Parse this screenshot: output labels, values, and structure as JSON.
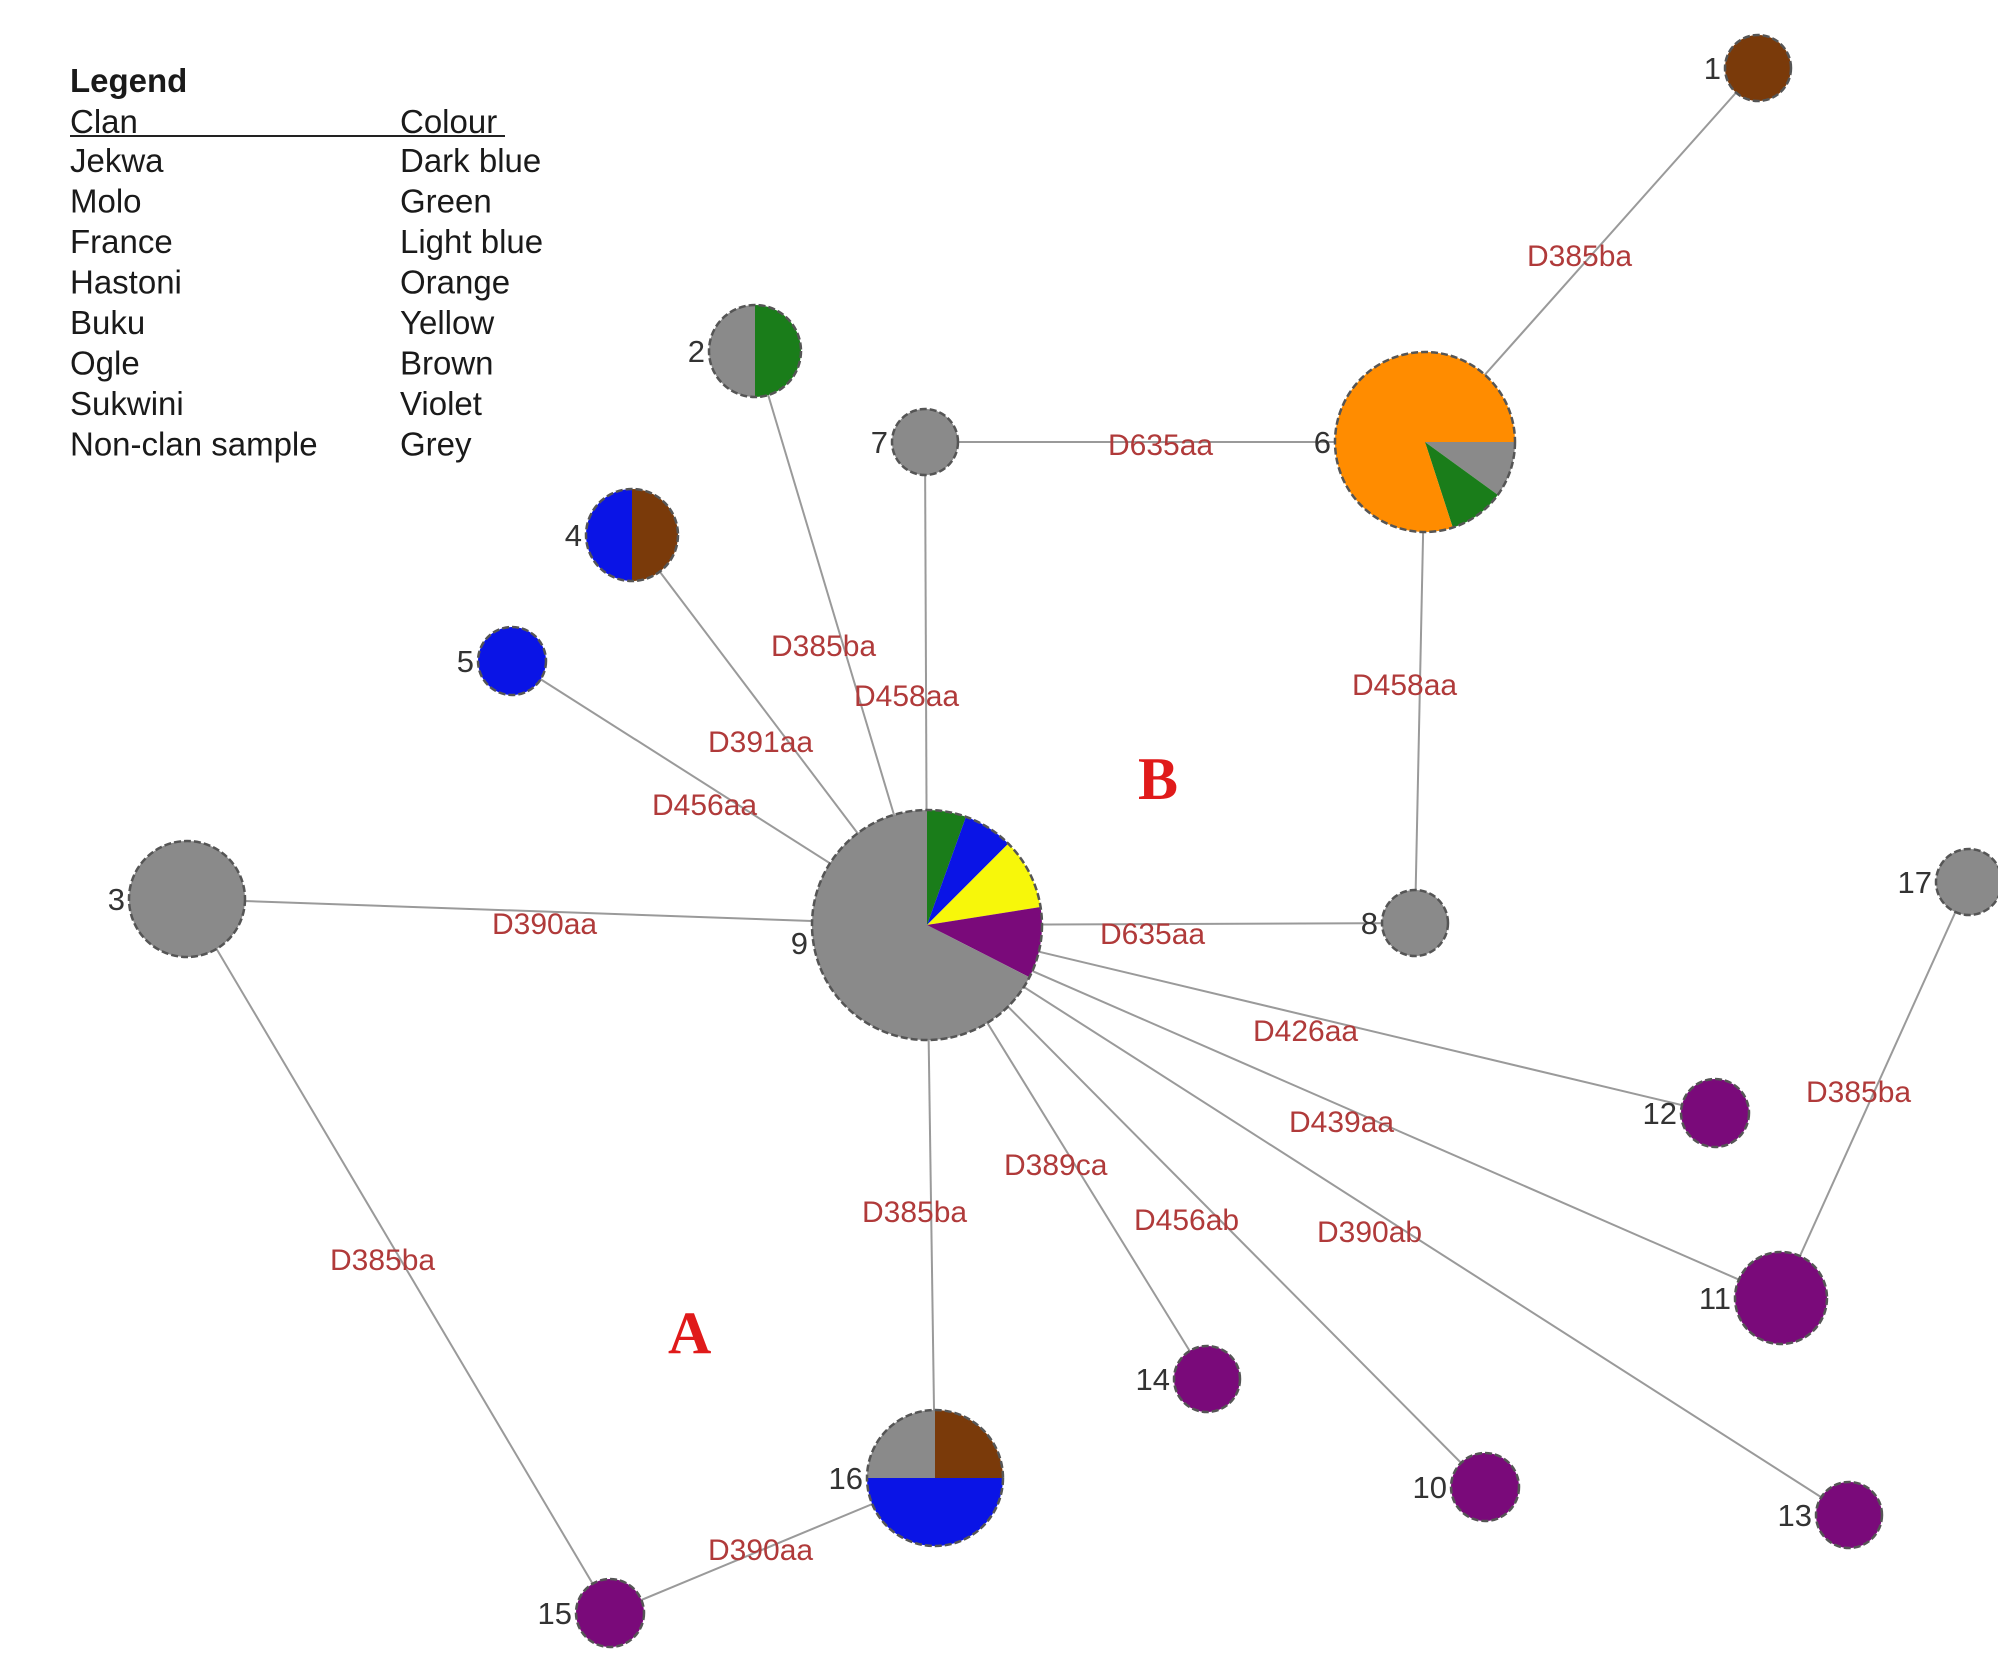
{
  "legend": {
    "title": "Legend",
    "col_clan": "Clan",
    "col_colour": "Colour",
    "rows": [
      {
        "clan": "Jekwa",
        "colour": "Dark blue"
      },
      {
        "clan": "Molo",
        "colour": "Green"
      },
      {
        "clan": "France",
        "colour": "Light blue"
      },
      {
        "clan": "Hastoni",
        "colour": "Orange"
      },
      {
        "clan": "Buku",
        "colour": "Yellow"
      },
      {
        "clan": "Ogle",
        "colour": "Brown"
      },
      {
        "clan": "Sukwini",
        "colour": "Violet"
      },
      {
        "clan": "Non-clan sample",
        "colour": "Grey"
      }
    ]
  },
  "palette": {
    "Dark blue": "#0a14e6",
    "Green": "#1a7d1a",
    "Orange": "#ff8c00",
    "Yellow": "#f7f70a",
    "Brown": "#7a3a0a",
    "Violet": "#7a0a7a",
    "Grey": "#8a8a8a"
  },
  "groups": [
    {
      "id": "A",
      "label": "A"
    },
    {
      "id": "B",
      "label": "B"
    }
  ],
  "nodes": [
    {
      "id": "1",
      "label": "1",
      "slices": [
        {
          "colour": "Brown",
          "fraction": 1
        }
      ]
    },
    {
      "id": "2",
      "label": "2",
      "slices": [
        {
          "colour": "Green",
          "fraction": 0.5
        },
        {
          "colour": "Grey",
          "fraction": 0.5
        }
      ]
    },
    {
      "id": "3",
      "label": "3",
      "slices": [
        {
          "colour": "Grey",
          "fraction": 1
        }
      ]
    },
    {
      "id": "4",
      "label": "4",
      "slices": [
        {
          "colour": "Brown",
          "fraction": 0.5
        },
        {
          "colour": "Dark blue",
          "fraction": 0.5
        }
      ]
    },
    {
      "id": "5",
      "label": "5",
      "slices": [
        {
          "colour": "Dark blue",
          "fraction": 1
        }
      ]
    },
    {
      "id": "6",
      "label": "6",
      "slices": [
        {
          "colour": "Grey",
          "fraction": 0.1
        },
        {
          "colour": "Green",
          "fraction": 0.1
        },
        {
          "colour": "Orange",
          "fraction": 0.8
        }
      ]
    },
    {
      "id": "7",
      "label": "7",
      "slices": [
        {
          "colour": "Grey",
          "fraction": 1
        }
      ]
    },
    {
      "id": "8",
      "label": "8",
      "slices": [
        {
          "colour": "Grey",
          "fraction": 1
        }
      ]
    },
    {
      "id": "9",
      "label": "9",
      "slices": [
        {
          "colour": "Green",
          "fraction": 0.055
        },
        {
          "colour": "Dark blue",
          "fraction": 0.07
        },
        {
          "colour": "Yellow",
          "fraction": 0.1
        },
        {
          "colour": "Violet",
          "fraction": 0.1
        },
        {
          "colour": "Grey",
          "fraction": 0.675
        }
      ]
    },
    {
      "id": "10",
      "label": "10",
      "slices": [
        {
          "colour": "Violet",
          "fraction": 1
        }
      ]
    },
    {
      "id": "11",
      "label": "11",
      "slices": [
        {
          "colour": "Violet",
          "fraction": 1
        }
      ]
    },
    {
      "id": "12",
      "label": "12",
      "slices": [
        {
          "colour": "Violet",
          "fraction": 1
        }
      ]
    },
    {
      "id": "13",
      "label": "13",
      "slices": [
        {
          "colour": "Violet",
          "fraction": 1
        }
      ]
    },
    {
      "id": "14",
      "label": "14",
      "slices": [
        {
          "colour": "Violet",
          "fraction": 1
        }
      ]
    },
    {
      "id": "15",
      "label": "15",
      "slices": [
        {
          "colour": "Violet",
          "fraction": 1
        }
      ]
    },
    {
      "id": "16",
      "label": "16",
      "slices": [
        {
          "colour": "Brown",
          "fraction": 0.25
        },
        {
          "colour": "Dark blue",
          "fraction": 0.5
        },
        {
          "colour": "Grey",
          "fraction": 0.25
        }
      ]
    },
    {
      "id": "17",
      "label": "17",
      "slices": [
        {
          "colour": "Grey",
          "fraction": 1
        }
      ]
    }
  ],
  "edges": [
    {
      "from": "1",
      "to": "6",
      "label": "D385ba"
    },
    {
      "from": "7",
      "to": "6",
      "label": "D635aa"
    },
    {
      "from": "6",
      "to": "8",
      "label": "D458aa"
    },
    {
      "from": "2",
      "to": "9",
      "label": "D385ba"
    },
    {
      "from": "7",
      "to": "9",
      "label": "D458aa"
    },
    {
      "from": "4",
      "to": "9",
      "label": "D391aa"
    },
    {
      "from": "5",
      "to": "9",
      "label": "D456aa"
    },
    {
      "from": "3",
      "to": "9",
      "label": "D390aa"
    },
    {
      "from": "9",
      "to": "8",
      "label": "D635aa"
    },
    {
      "from": "9",
      "to": "12",
      "label": "D426aa"
    },
    {
      "from": "9",
      "to": "11",
      "label": "D439aa"
    },
    {
      "from": "9",
      "to": "14",
      "label": "D389ca"
    },
    {
      "from": "9",
      "to": "10",
      "label": "D456ab"
    },
    {
      "from": "9",
      "to": "13",
      "label": "D390ab"
    },
    {
      "from": "9",
      "to": "16",
      "label": "D385ba"
    },
    {
      "from": "3",
      "to": "15",
      "label": "D385ba"
    },
    {
      "from": "15",
      "to": "16",
      "label": "D390aa"
    },
    {
      "from": "17",
      "to": "11",
      "label": "D385ba"
    }
  ]
}
